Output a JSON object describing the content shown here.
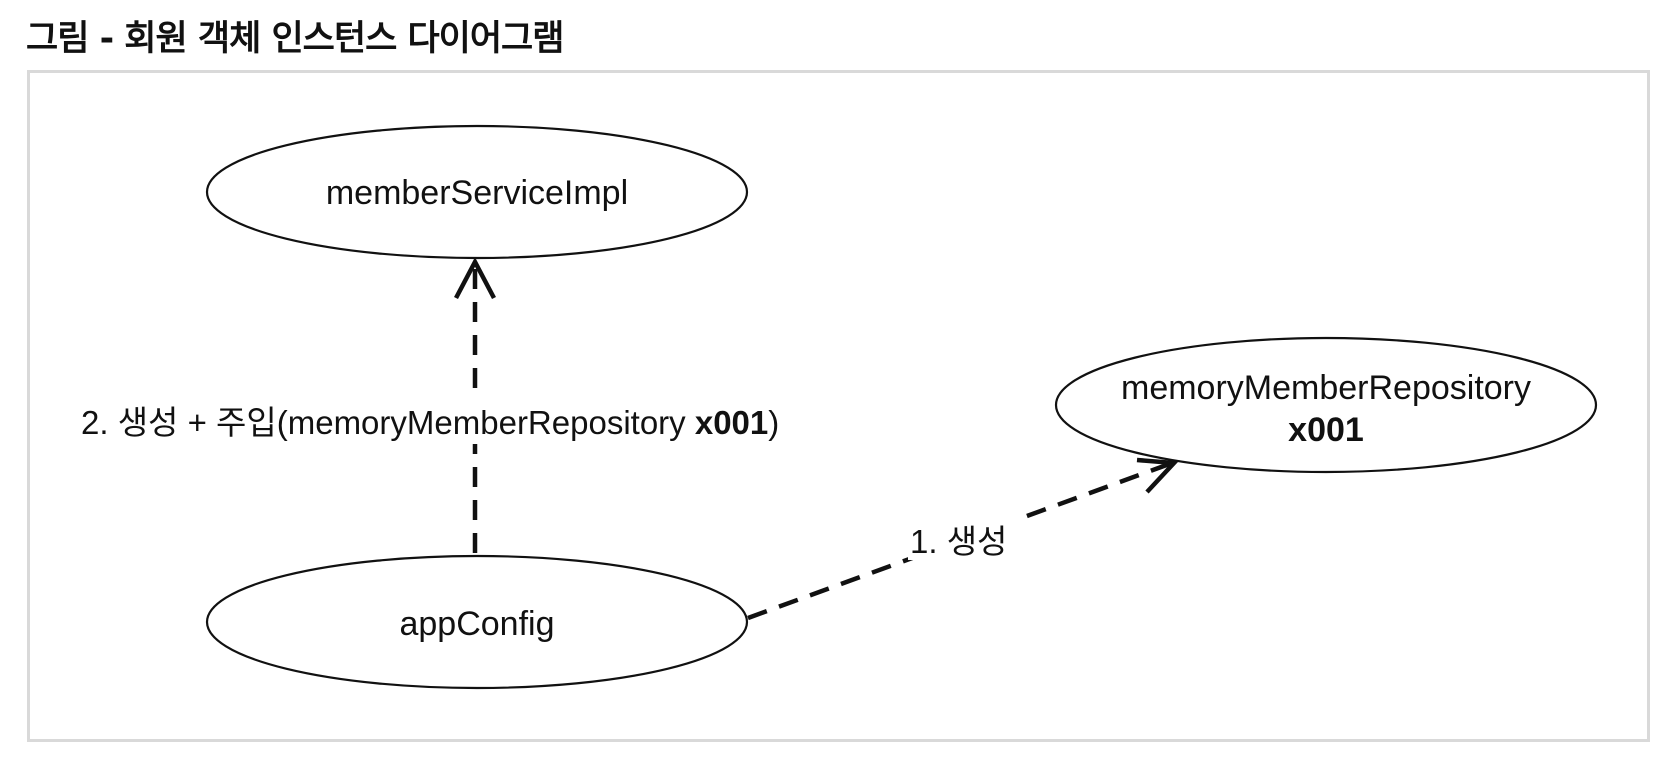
{
  "title": "그림 - 회원 객체 인스턴스 다이어그램",
  "nodes": {
    "member_service": {
      "label": "memberServiceImpl"
    },
    "app_config": {
      "label": "appConfig"
    },
    "repository": {
      "label": "memoryMemberRepository",
      "instance": "x001"
    }
  },
  "edges": {
    "create_repository": {
      "label": "1. 생성"
    },
    "create_inject_service": {
      "label_prefix": "2. 생성 + 주입(memoryMemberRepository ",
      "label_instance": "x001",
      "label_suffix": ")"
    }
  },
  "colors": {
    "stroke": "#111111",
    "frame": "#d9d9d9",
    "background": "#ffffff"
  }
}
